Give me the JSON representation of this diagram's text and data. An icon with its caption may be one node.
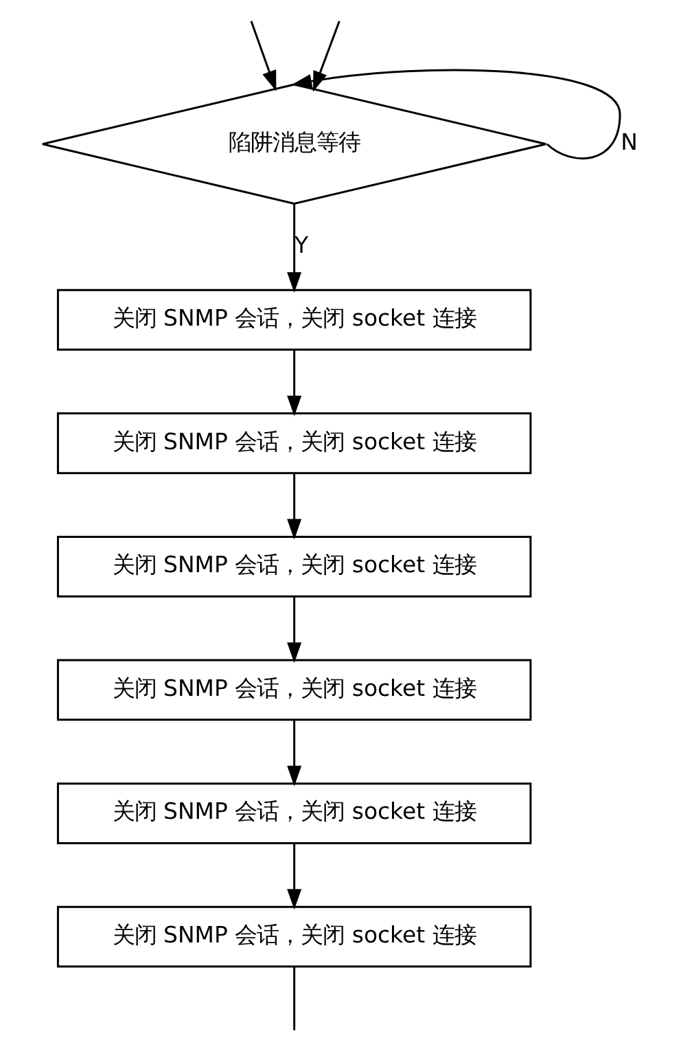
{
  "diagram": {
    "nodes": [
      {
        "text": [
          "陷阱消息等待"
        ]
      },
      {
        "text": [
          "关闭 SNMP 会话，关闭 socket 连接"
        ]
      },
      {
        "text": [
          "关闭 SNMP 会话，关闭 socket 连接"
        ]
      },
      {
        "text": [
          "关闭 SNMP 会话，关闭 socket 连接"
        ]
      },
      {
        "text": [
          "关闭 SNMP 会话，关闭 socket 连接"
        ]
      },
      {
        "text": [
          "关闭 SNMP 会话，关闭 socket 连接"
        ]
      },
      {
        "text": [
          "关闭 SNMP 会话，关闭 socket 连接"
        ]
      }
    ],
    "edges": [
      {
        "from": null,
        "to": 0,
        "arrow": "to"
      },
      {
        "from": 0,
        "to": 0,
        "arrow": "to",
        "label": "N"
      },
      {
        "from": 0,
        "to": 1,
        "arrow": "to",
        "label": "Y"
      },
      {
        "from": 1,
        "to": 2,
        "arrow": "to"
      },
      {
        "from": 2,
        "to": 3,
        "arrow": "to"
      },
      {
        "from": 3,
        "to": 4,
        "arrow": "to"
      },
      {
        "from": 4,
        "to": 5,
        "arrow": "to"
      },
      {
        "from": 5,
        "to": 6,
        "arrow": "to"
      },
      {
        "from": 6,
        "to": null,
        "arrow": "none"
      },
      {
        "from": null,
        "to": 0,
        "arrow": "to"
      }
    ]
  }
}
